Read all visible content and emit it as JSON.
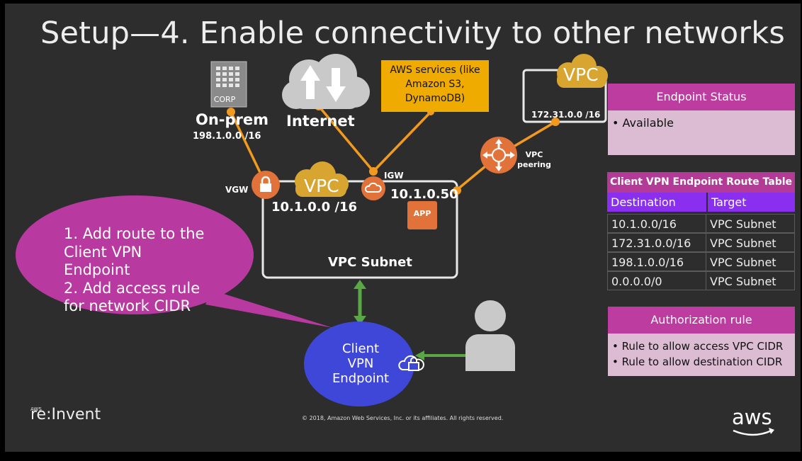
{
  "title": "Setup—4. Enable connectivity to other networks",
  "onprem": {
    "icon_text": "CORP",
    "label": "On-prem",
    "cidr": "198.1.0.0 /16"
  },
  "internet": {
    "label": "Internet"
  },
  "aws_services": {
    "line1": "AWS services (like",
    "line2": "Amazon S3,",
    "line3": "DynamoDB)"
  },
  "vpc_main": {
    "cloud_label": "VPC",
    "cidr": "10.1.0.0 /16",
    "ip": "10.1.0.50",
    "app": "APP",
    "subnet_label": "VPC Subnet"
  },
  "vpc_peer": {
    "cloud_label": "VPC",
    "cidr": "172.31.0.0 /16"
  },
  "gateways": {
    "vgw": "VGW",
    "igw": "IGW",
    "peering_line1": "VPC",
    "peering_line2": "peering"
  },
  "bubble": {
    "line1": "1. Add route to the",
    "line2": "Client VPN",
    "line3": "Endpoint",
    "line4": "2. Add access rule",
    "line5": "for network CIDR"
  },
  "client_vpn": {
    "line1": "Client",
    "line2": "VPN",
    "line3": "Endpoint"
  },
  "endpoint_status": {
    "header": "Endpoint Status",
    "items": [
      "Available"
    ]
  },
  "route_table": {
    "title": "Client VPN Endpoint Route Table",
    "columns": [
      "Destination",
      "Target"
    ],
    "rows": [
      [
        "10.1.0.0/16",
        "VPC Subnet"
      ],
      [
        "172.31.0.0/16",
        "VPC Subnet"
      ],
      [
        "198.1.0.0/16",
        "VPC Subnet"
      ],
      [
        "0.0.0.0/0",
        "VPC Subnet"
      ]
    ]
  },
  "authorization_rule": {
    "header": "Authorization rule",
    "items": [
      "Rule to allow access VPC CIDR",
      "Rule to allow destination CIDR"
    ]
  },
  "footer": {
    "copyright": "© 2018, Amazon Web Services, Inc. or its affiliates. All rights reserved.",
    "reinvent_small": "AWS",
    "reinvent": "re:Invent",
    "aws_logo": "aws"
  },
  "colors": {
    "orange_line": "#f29a1f",
    "gateway": "#e1723a",
    "vpc_cloud": "#d9a531",
    "magenta": "#bc3c9f",
    "client_blue": "#3f47d8",
    "green": "#5aa746"
  }
}
